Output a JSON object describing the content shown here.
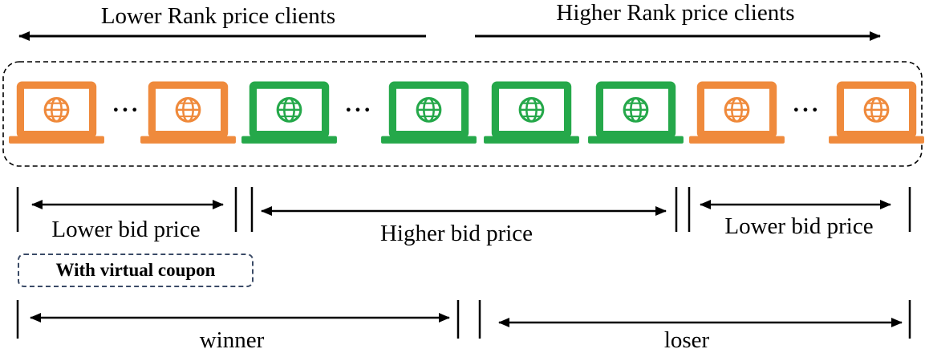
{
  "top": {
    "left_label": "Lower Rank price clients",
    "right_label": "Higher Rank price clients"
  },
  "clients": {
    "ellipsis": "···",
    "sequence": [
      "orange",
      "orange",
      "green",
      "green",
      "green",
      "green",
      "orange",
      "orange"
    ],
    "colors": {
      "orange": "#ef8a3c",
      "green": "#25a84a"
    }
  },
  "bids": {
    "left": "Lower bid price",
    "middle": "Higher bid price",
    "right": "Lower bid price"
  },
  "coupon": {
    "label": "With virtual coupon"
  },
  "outcome": {
    "winner": "winner",
    "loser": "loser"
  }
}
